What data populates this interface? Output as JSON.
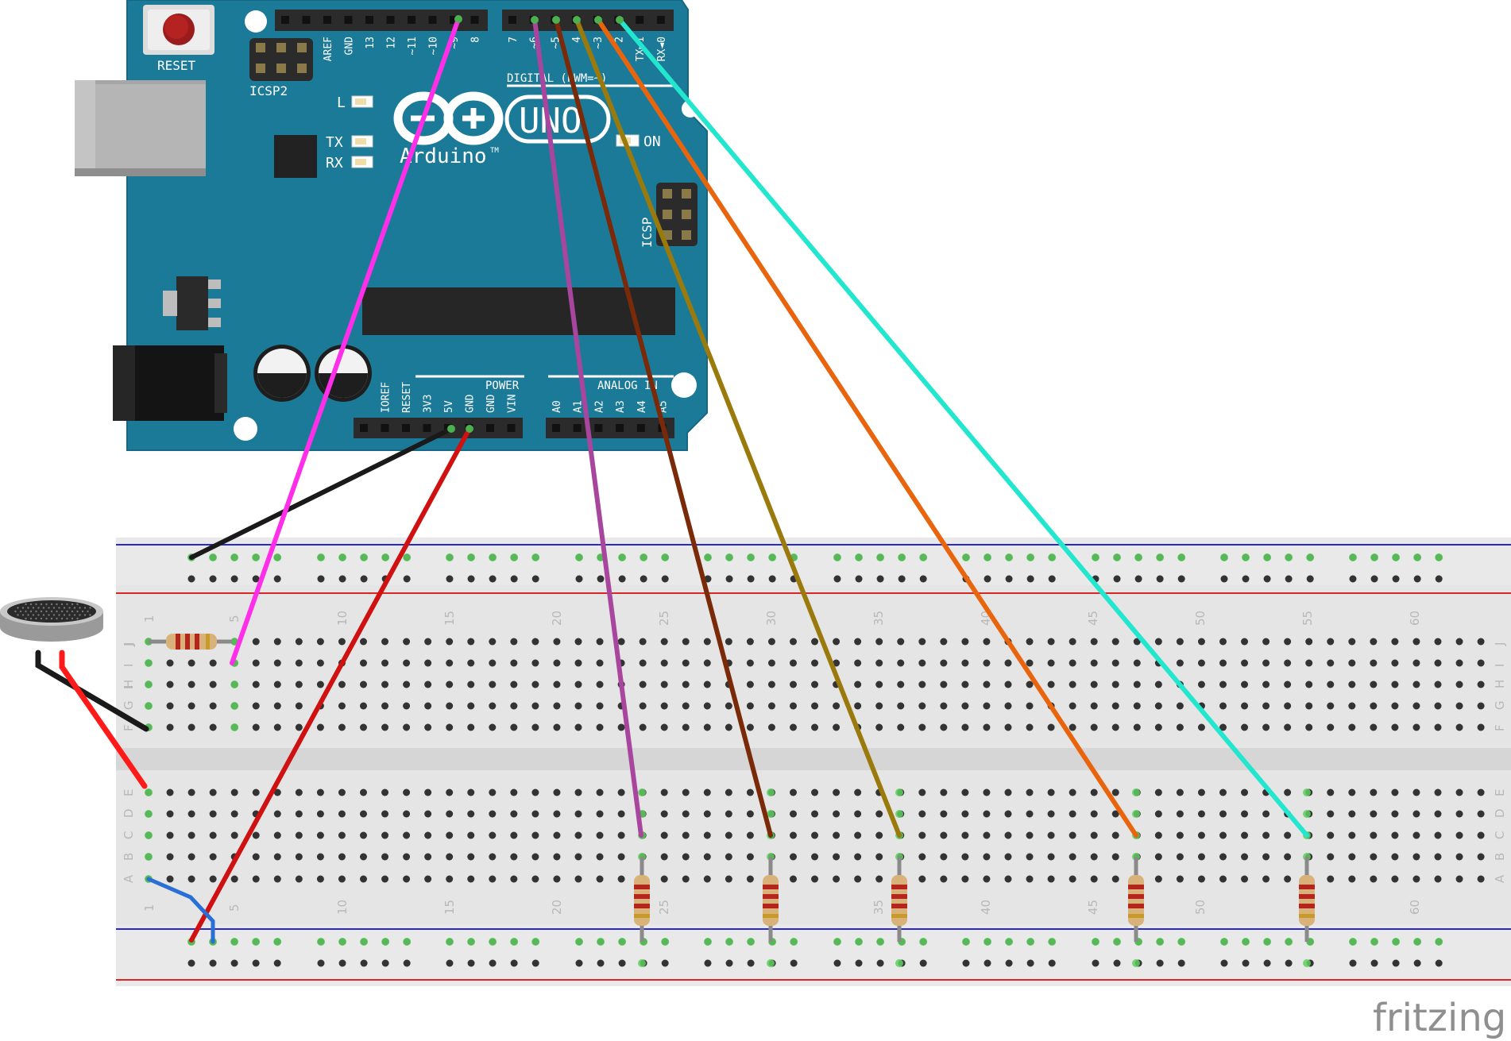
{
  "arduino": {
    "brand": "Arduino",
    "trademark": "TM",
    "model": "UNO",
    "reset_label": "RESET",
    "icsp2_label": "ICSP2",
    "icsp_label": "ICSP",
    "led_l": "L",
    "led_tx": "TX",
    "led_rx": "RX",
    "led_on": "ON",
    "digital_header": "DIGITAL (PWM=~)",
    "power_header": "POWER",
    "analog_header": "ANALOG IN",
    "digital_left_labels": [
      "AREF",
      "GND",
      "13",
      "12",
      "~11",
      "~10",
      "~9",
      "8"
    ],
    "digital_right_labels": [
      "7",
      "~6",
      "~5",
      "4",
      "~3",
      "2",
      "TX►1",
      "RX◄0"
    ],
    "power_labels": [
      "IOREF",
      "RESET",
      "3V3",
      "5V",
      "GND",
      "GND",
      "VIN"
    ],
    "analog_labels": [
      "A0",
      "A1",
      "A2",
      "A3",
      "A4",
      "A5"
    ]
  },
  "breadboard": {
    "column_numbers": [
      "1",
      "5",
      "10",
      "15",
      "20",
      "25",
      "30",
      "35",
      "40",
      "45",
      "50",
      "55",
      "60"
    ],
    "top_row_letters": [
      "J",
      "I",
      "H",
      "G",
      "F"
    ],
    "bottom_row_letters": [
      "E",
      "D",
      "C",
      "B",
      "A"
    ]
  },
  "footer": {
    "watermark": "fritzing"
  },
  "colors": {
    "board": "#1c7a99",
    "board_edge": "#166783",
    "breadboard": "#e6e6e6",
    "rail_blue": "#2a2acc",
    "rail_red": "#d92626",
    "wire_magenta": "#ff2ee8",
    "wire_purple": "#a8469e",
    "wire_brown": "#7a2a08",
    "wire_olive": "#9a7a0c",
    "wire_orange": "#e8650e",
    "wire_cyan": "#23e6cf",
    "wire_black": "#1a1a1a",
    "wire_red": "#cf1111",
    "wire_blue": "#2a6fd6"
  }
}
